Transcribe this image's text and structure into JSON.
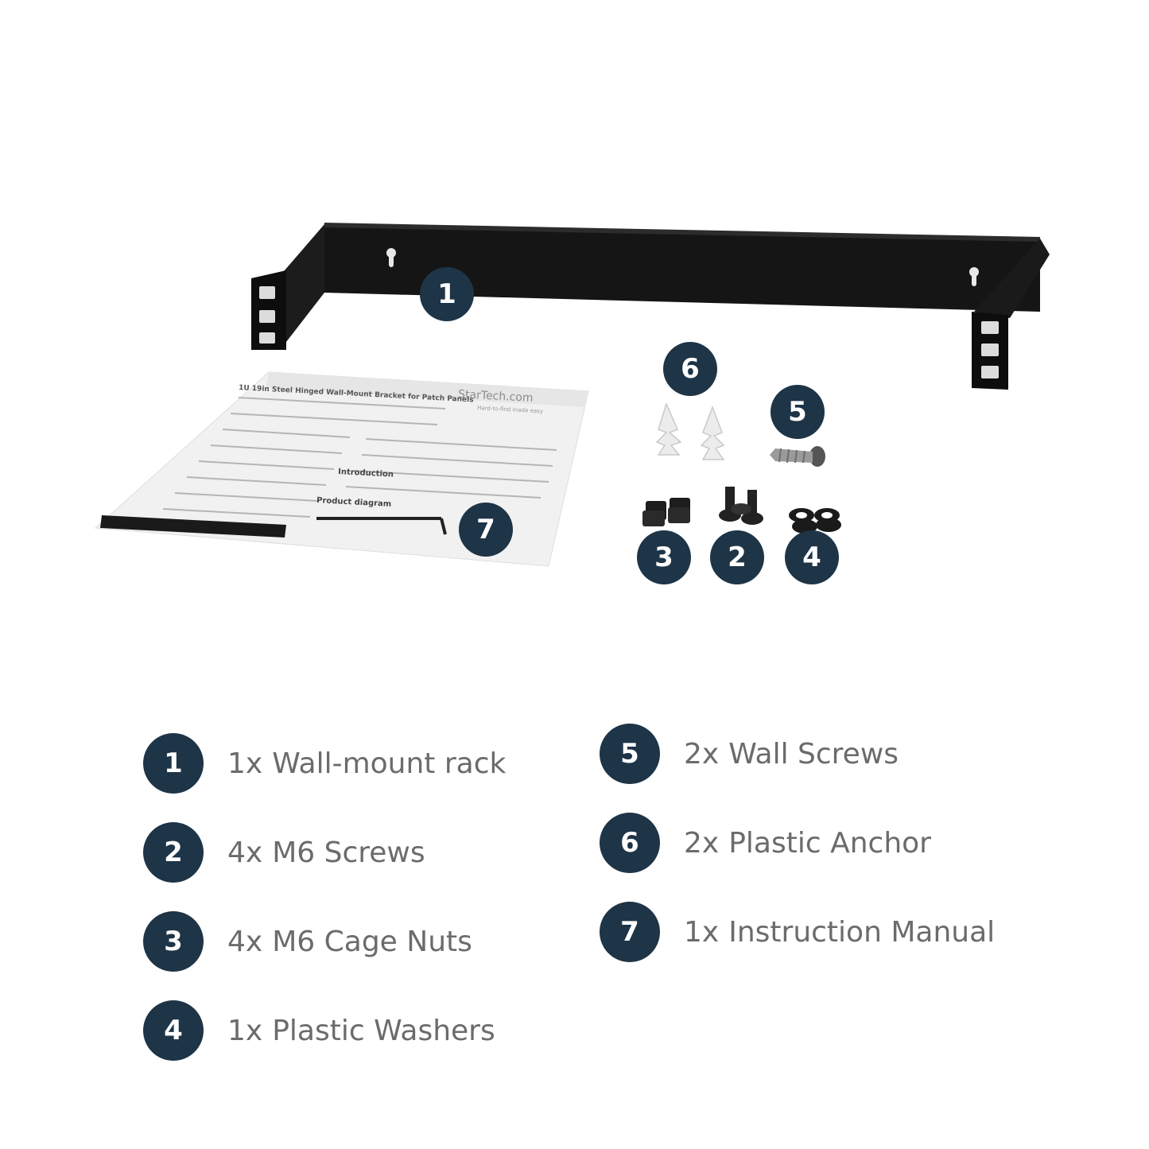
{
  "colors": {
    "badge": "#1e3447",
    "label_text": "#6b6b6b",
    "bracket": "#111111"
  },
  "callouts": [
    {
      "number": "1",
      "target": "wall-mount-rack"
    },
    {
      "number": "6",
      "target": "plastic-anchor"
    },
    {
      "number": "5",
      "target": "wall-screw"
    },
    {
      "number": "7",
      "target": "instruction-manual"
    },
    {
      "number": "3",
      "target": "cage-nuts"
    },
    {
      "number": "2",
      "target": "m6-screws"
    },
    {
      "number": "4",
      "target": "plastic-washers"
    }
  ],
  "manual": {
    "brand": "StarTech.com",
    "tagline": "Hard-to-find made easy",
    "title": "1U 19in Steel Hinged Wall-Mount Bracket for Patch Panels",
    "section_intro": "Introduction",
    "section_diagram": "Product diagram"
  },
  "legend": [
    {
      "number": "1",
      "qty": "1x",
      "label": "Wall-mount rack"
    },
    {
      "number": "2",
      "qty": "4x",
      "label": "M6 Screws"
    },
    {
      "number": "3",
      "qty": "4x",
      "label": "M6 Cage Nuts"
    },
    {
      "number": "4",
      "qty": "1x",
      "label": "Plastic Washers"
    },
    {
      "number": "5",
      "qty": "2x",
      "label": "Wall Screws"
    },
    {
      "number": "6",
      "qty": "2x",
      "label": "Plastic Anchor"
    },
    {
      "number": "7",
      "qty": "1x",
      "label": "Instruction Manual"
    }
  ]
}
